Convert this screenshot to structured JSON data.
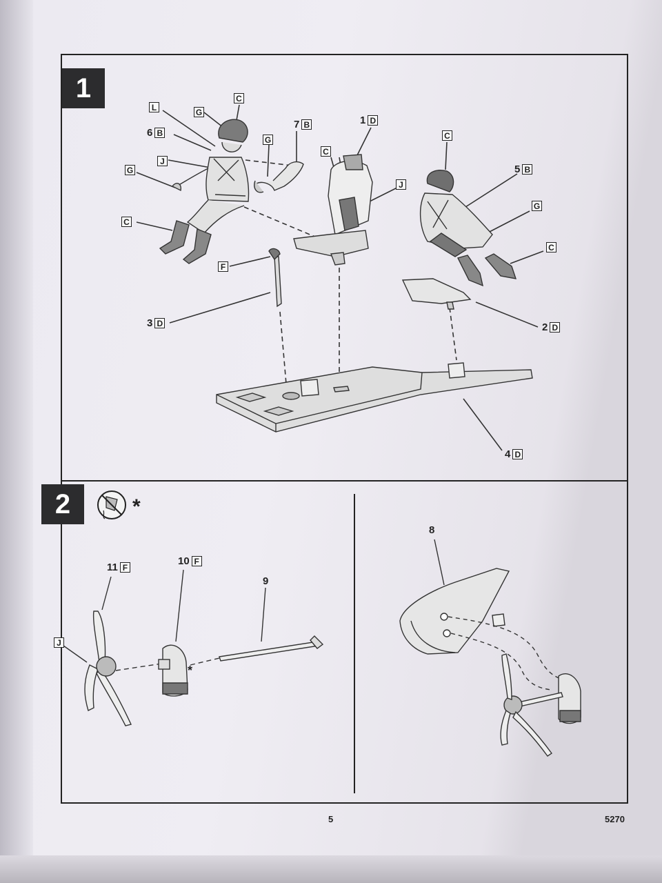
{
  "steps": [
    {
      "number": "1"
    },
    {
      "number": "2",
      "symbol": "*"
    }
  ],
  "labels": {
    "s1_C_helmet": {
      "num": "",
      "letter": "C"
    },
    "s1_L": {
      "num": "",
      "letter": "L"
    },
    "s1_G_face": {
      "num": "",
      "letter": "G"
    },
    "s1_6B": {
      "num": "6",
      "letter": "B"
    },
    "s1_J_harness": {
      "num": "",
      "letter": "J"
    },
    "s1_G_hand": {
      "num": "",
      "letter": "G"
    },
    "s1_C_boots": {
      "num": "",
      "letter": "C"
    },
    "s1_G_arm": {
      "num": "",
      "letter": "G"
    },
    "s1_7B": {
      "num": "7",
      "letter": "B"
    },
    "s1_1D": {
      "num": "1",
      "letter": "D"
    },
    "s1_C_seat": {
      "num": "",
      "letter": "C"
    },
    "s1_J_seat": {
      "num": "",
      "letter": "J"
    },
    "s1_F": {
      "num": "",
      "letter": "F"
    },
    "s1_3D": {
      "num": "3",
      "letter": "D"
    },
    "s1_C_pilot2": {
      "num": "",
      "letter": "C"
    },
    "s1_5B": {
      "num": "5",
      "letter": "B"
    },
    "s1_G_pilot2": {
      "num": "",
      "letter": "G"
    },
    "s1_C_pilot2_boots": {
      "num": "",
      "letter": "C"
    },
    "s1_2D": {
      "num": "2",
      "letter": "D"
    },
    "s1_4D": {
      "num": "4",
      "letter": "D"
    },
    "s2_11F": {
      "num": "11",
      "letter": "F"
    },
    "s2_10F": {
      "num": "10",
      "letter": "F"
    },
    "s2_9": {
      "num": "9",
      "letter": ""
    },
    "s2_J": {
      "num": "",
      "letter": "J"
    },
    "s2_8": {
      "num": "8",
      "letter": ""
    },
    "s2_star": {
      "num": "*",
      "letter": ""
    }
  },
  "footer": {
    "page_number": "5",
    "kit_number": "5270"
  }
}
